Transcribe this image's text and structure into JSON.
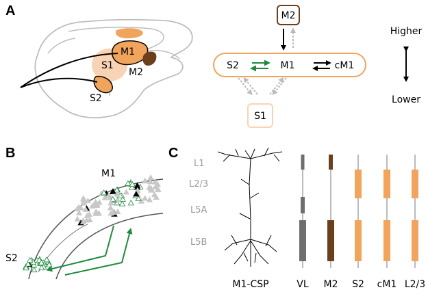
{
  "panels": {
    "a": "A",
    "b": "B",
    "c": "C"
  },
  "brain": {
    "m1": "M1",
    "m2": "M2",
    "s1": "S1",
    "s2": "S2"
  },
  "hierarchy": {
    "m2": "M2",
    "s2": "S2",
    "m1": "M1",
    "cm1": "cM1",
    "s1": "S1"
  },
  "scale": {
    "higher": "Higher",
    "lower": "Lower"
  },
  "slice": {
    "m1": "M1",
    "s2": "S2"
  },
  "layers": [
    "L1",
    "L2/3",
    "L5A",
    "L5B"
  ],
  "neuron_label": "M1-CSP",
  "columns": [
    {
      "label": "VL",
      "color": "#6e6e6e"
    },
    {
      "label": "M2",
      "color": "#6b3e1c"
    },
    {
      "label": "S2",
      "color": "#f0a45c"
    },
    {
      "label": "cM1",
      "color": "#f0a45c"
    },
    {
      "label": "L2/3",
      "color": "#f0a45c"
    }
  ],
  "colors": {
    "green": "#1f8a3c",
    "orange": "#f0a45c",
    "dark_brown": "#6b3e1c",
    "pale": "#f9d3b5"
  }
}
